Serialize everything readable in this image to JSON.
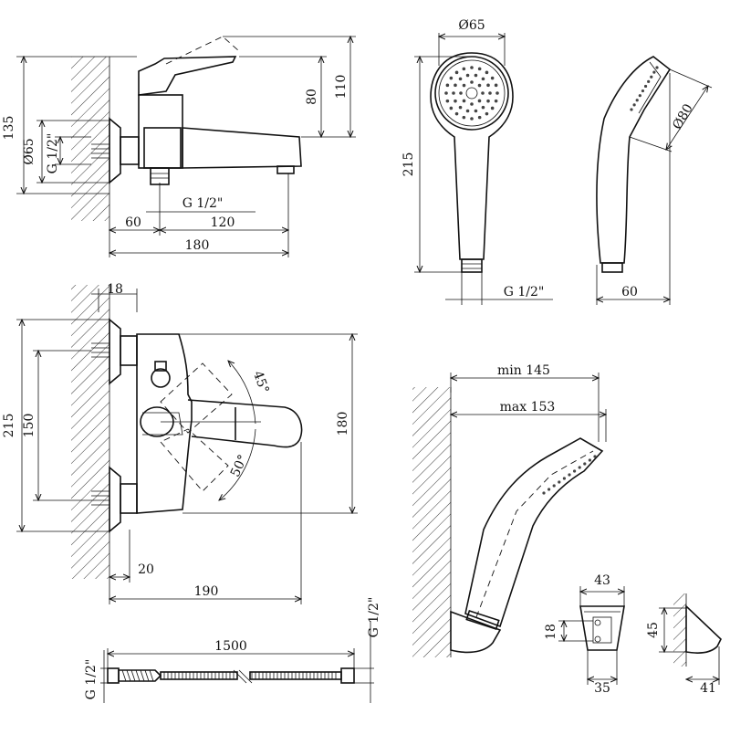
{
  "dimensions": {
    "side_view": {
      "height_total": "135",
      "height_spout": "110",
      "height_lever": "80",
      "flange_diameter": "Ø65",
      "thread": "G 1/2\"",
      "outlet_thread": "G 1/2\"",
      "offset": "60",
      "spout_reach": "120",
      "total_length": "180"
    },
    "hand_shower_front": {
      "head_diameter": "Ø65",
      "length": "215",
      "thread": "G 1/2\""
    },
    "hand_shower_side": {
      "head_diameter": "Ø80",
      "depth": "60"
    },
    "top_view": {
      "wall_depth": "18",
      "overall_height": "215",
      "inlet_spacing": "150",
      "body_height": "180",
      "angle_up": "45°",
      "angle_down": "50°",
      "wall_offset": "20",
      "reach": "190"
    },
    "holder_assembly": {
      "min_reach": "min 145",
      "max_reach": "max 153"
    },
    "holder": {
      "width": "43",
      "slot": "18",
      "base": "35",
      "height": "45",
      "depth": "41"
    },
    "hose": {
      "length": "1500",
      "thread_left": "G 1/2\"",
      "thread_right": "G 1/2\""
    }
  }
}
